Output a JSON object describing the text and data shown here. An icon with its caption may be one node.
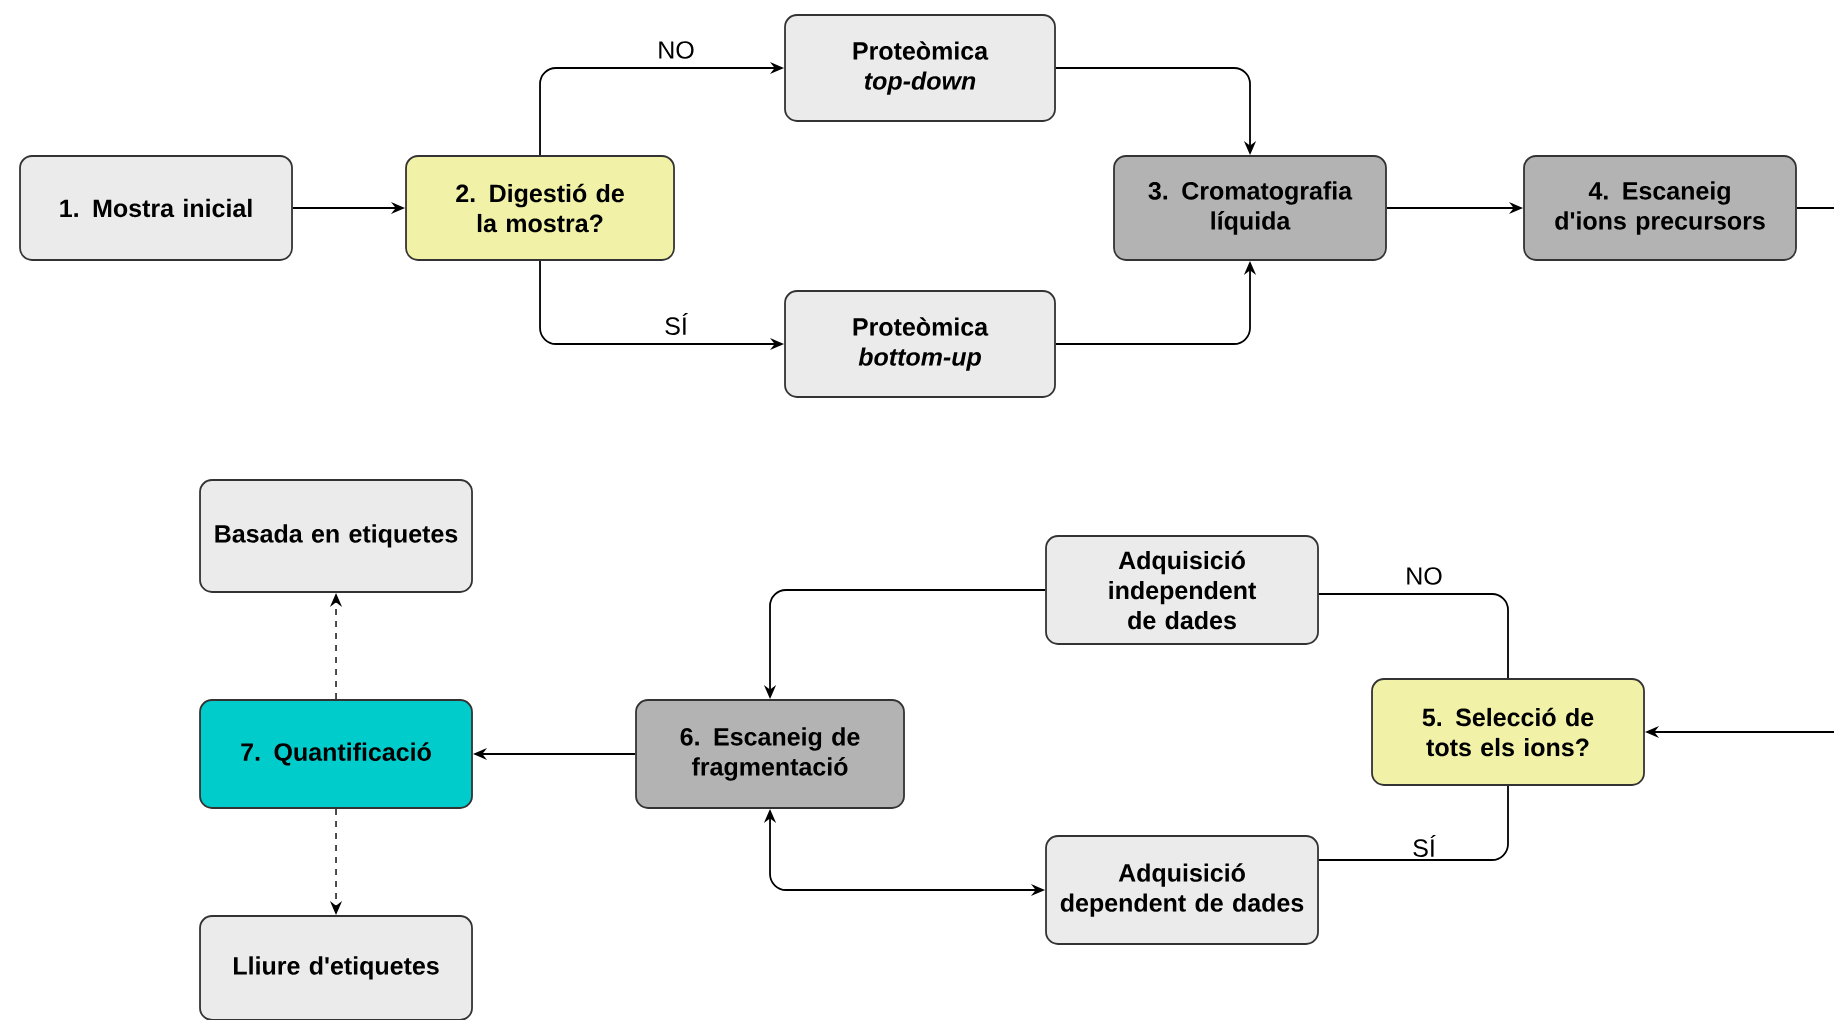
{
  "diagram": {
    "nodes": [
      {
        "text": [
          "1. Mostra inicial"
        ]
      },
      {
        "text": [
          "2. Digestió de la mostra?"
        ]
      },
      {
        "text": [
          "Proteòmica *top-down*"
        ]
      },
      {
        "text": [
          "Proteòmica *bottom-up*"
        ]
      },
      {
        "text": [
          "3. Cromatografia líquida"
        ]
      },
      {
        "text": [
          "4. Escaneig d'ions precursors"
        ]
      },
      {
        "text": [
          "Basada en etiquetes"
        ]
      },
      {
        "text": [
          "Adquisició independent de dades"
        ]
      },
      {
        "text": [
          "7. Quantificació"
        ]
      },
      {
        "text": [
          "6. Escaneig de fragmentació"
        ]
      },
      {
        "text": [
          "5. Selecció de tots els ions?"
        ]
      },
      {
        "text": [
          "Adquisició dependent de dades"
        ]
      },
      {
        "text": [
          "Lliure d'etiquetes"
        ]
      }
    ],
    "edges": [
      {
        "from": 0,
        "to": 1,
        "arrow": "to"
      },
      {
        "from": 1,
        "to": 2,
        "arrow": "to",
        "label": "NO"
      },
      {
        "from": 1,
        "to": 3,
        "arrow": "to",
        "label": "SÍ"
      },
      {
        "from": 2,
        "to": 4,
        "arrow": "to"
      },
      {
        "from": 3,
        "to": 4,
        "arrow": "to"
      },
      {
        "from": 4,
        "to": 5,
        "arrow": "to"
      },
      {
        "from": 5,
        "to": null,
        "arrow": "none"
      },
      {
        "from": null,
        "to": 10,
        "arrow": "to"
      },
      {
        "from": 10,
        "to": 7,
        "arrow": "none",
        "label": "NO"
      },
      {
        "from": 7,
        "to": 9,
        "arrow": "to"
      },
      {
        "from": 10,
        "to": 11,
        "arrow": "none",
        "label": "SÍ"
      },
      {
        "from": 11,
        "to": 9,
        "arrow": "both"
      },
      {
        "from": 9,
        "to": 8,
        "arrow": "to"
      },
      {
        "from": 8,
        "to": 6,
        "arrow": "to",
        "style": "dashed"
      },
      {
        "from": 8,
        "to": 12,
        "arrow": "to",
        "style": "dashed"
      }
    ]
  }
}
